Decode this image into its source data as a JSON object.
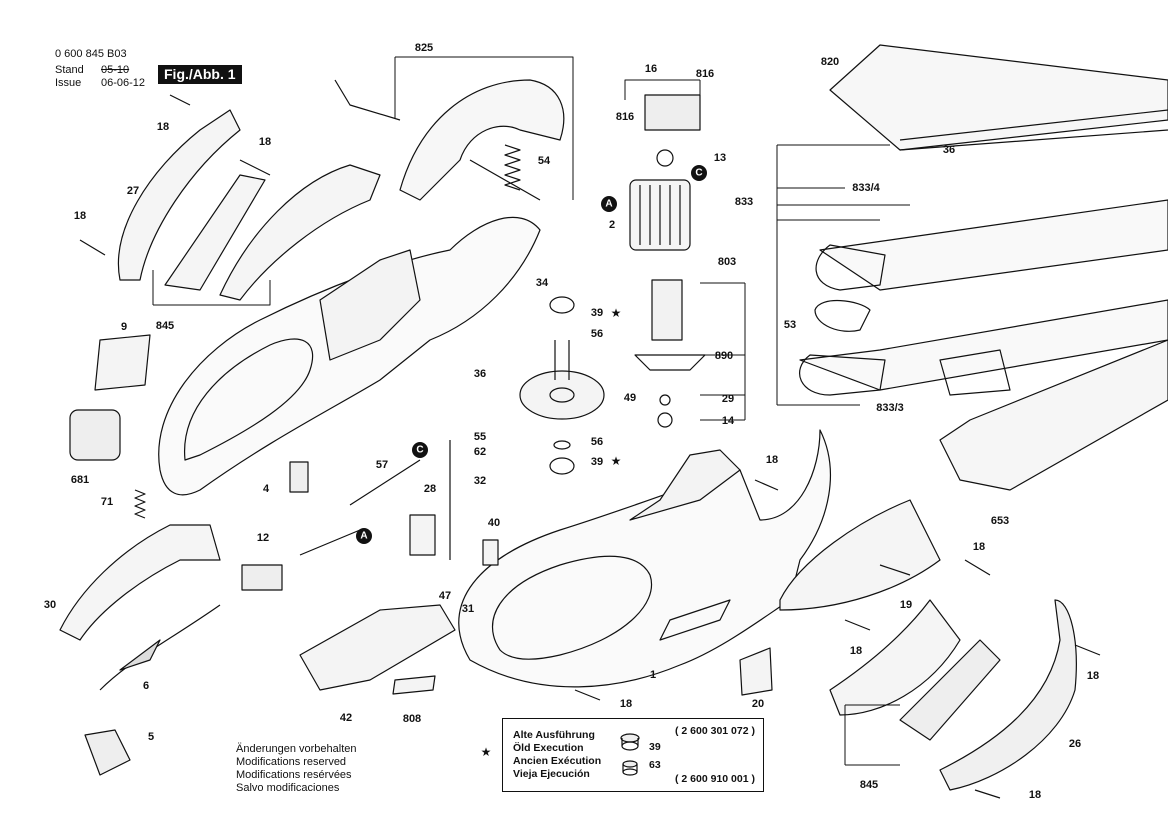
{
  "header": {
    "doc_number": "0 600 845 B03",
    "stand_label": "Stand",
    "stand_value": "05-10",
    "issue_label": "Issue",
    "issue_value": "06-06-12",
    "figure_label": "Fig./Abb. 1"
  },
  "part_labels": [
    "825",
    "16",
    "816",
    "816",
    "820",
    "18",
    "18",
    "27",
    "54",
    "13",
    "18",
    "2",
    "36",
    "833",
    "833/4",
    "803",
    "34",
    "39",
    "56",
    "9",
    "845",
    "36",
    "890",
    "53",
    "49",
    "29",
    "14",
    "833/3",
    "681",
    "55",
    "56",
    "62",
    "39",
    "57",
    "4",
    "18",
    "32",
    "28",
    "653",
    "71",
    "40",
    "12",
    "18",
    "30",
    "47",
    "31",
    "19",
    "1",
    "18",
    "6",
    "42",
    "808",
    "18",
    "20",
    "18",
    "5",
    "845",
    "26",
    "18"
  ],
  "callout_letters": [
    "A",
    "C",
    "C",
    "A"
  ],
  "disclaimer": [
    "Änderungen vorbehalten",
    "Modifications reserved",
    "Modifications resérvées",
    "Salvo modificaciones"
  ],
  "legend": {
    "marker": "★",
    "lines": [
      "Alte Ausführung",
      "Öld Execution",
      "Ancien Exécution",
      "Vieja Ejecución"
    ],
    "part_39": "39",
    "part_63": "63",
    "code_old": "( 2 600 301 072 )",
    "code_new": "( 2 600 910 001 )"
  },
  "stars": [
    "★",
    "★"
  ]
}
